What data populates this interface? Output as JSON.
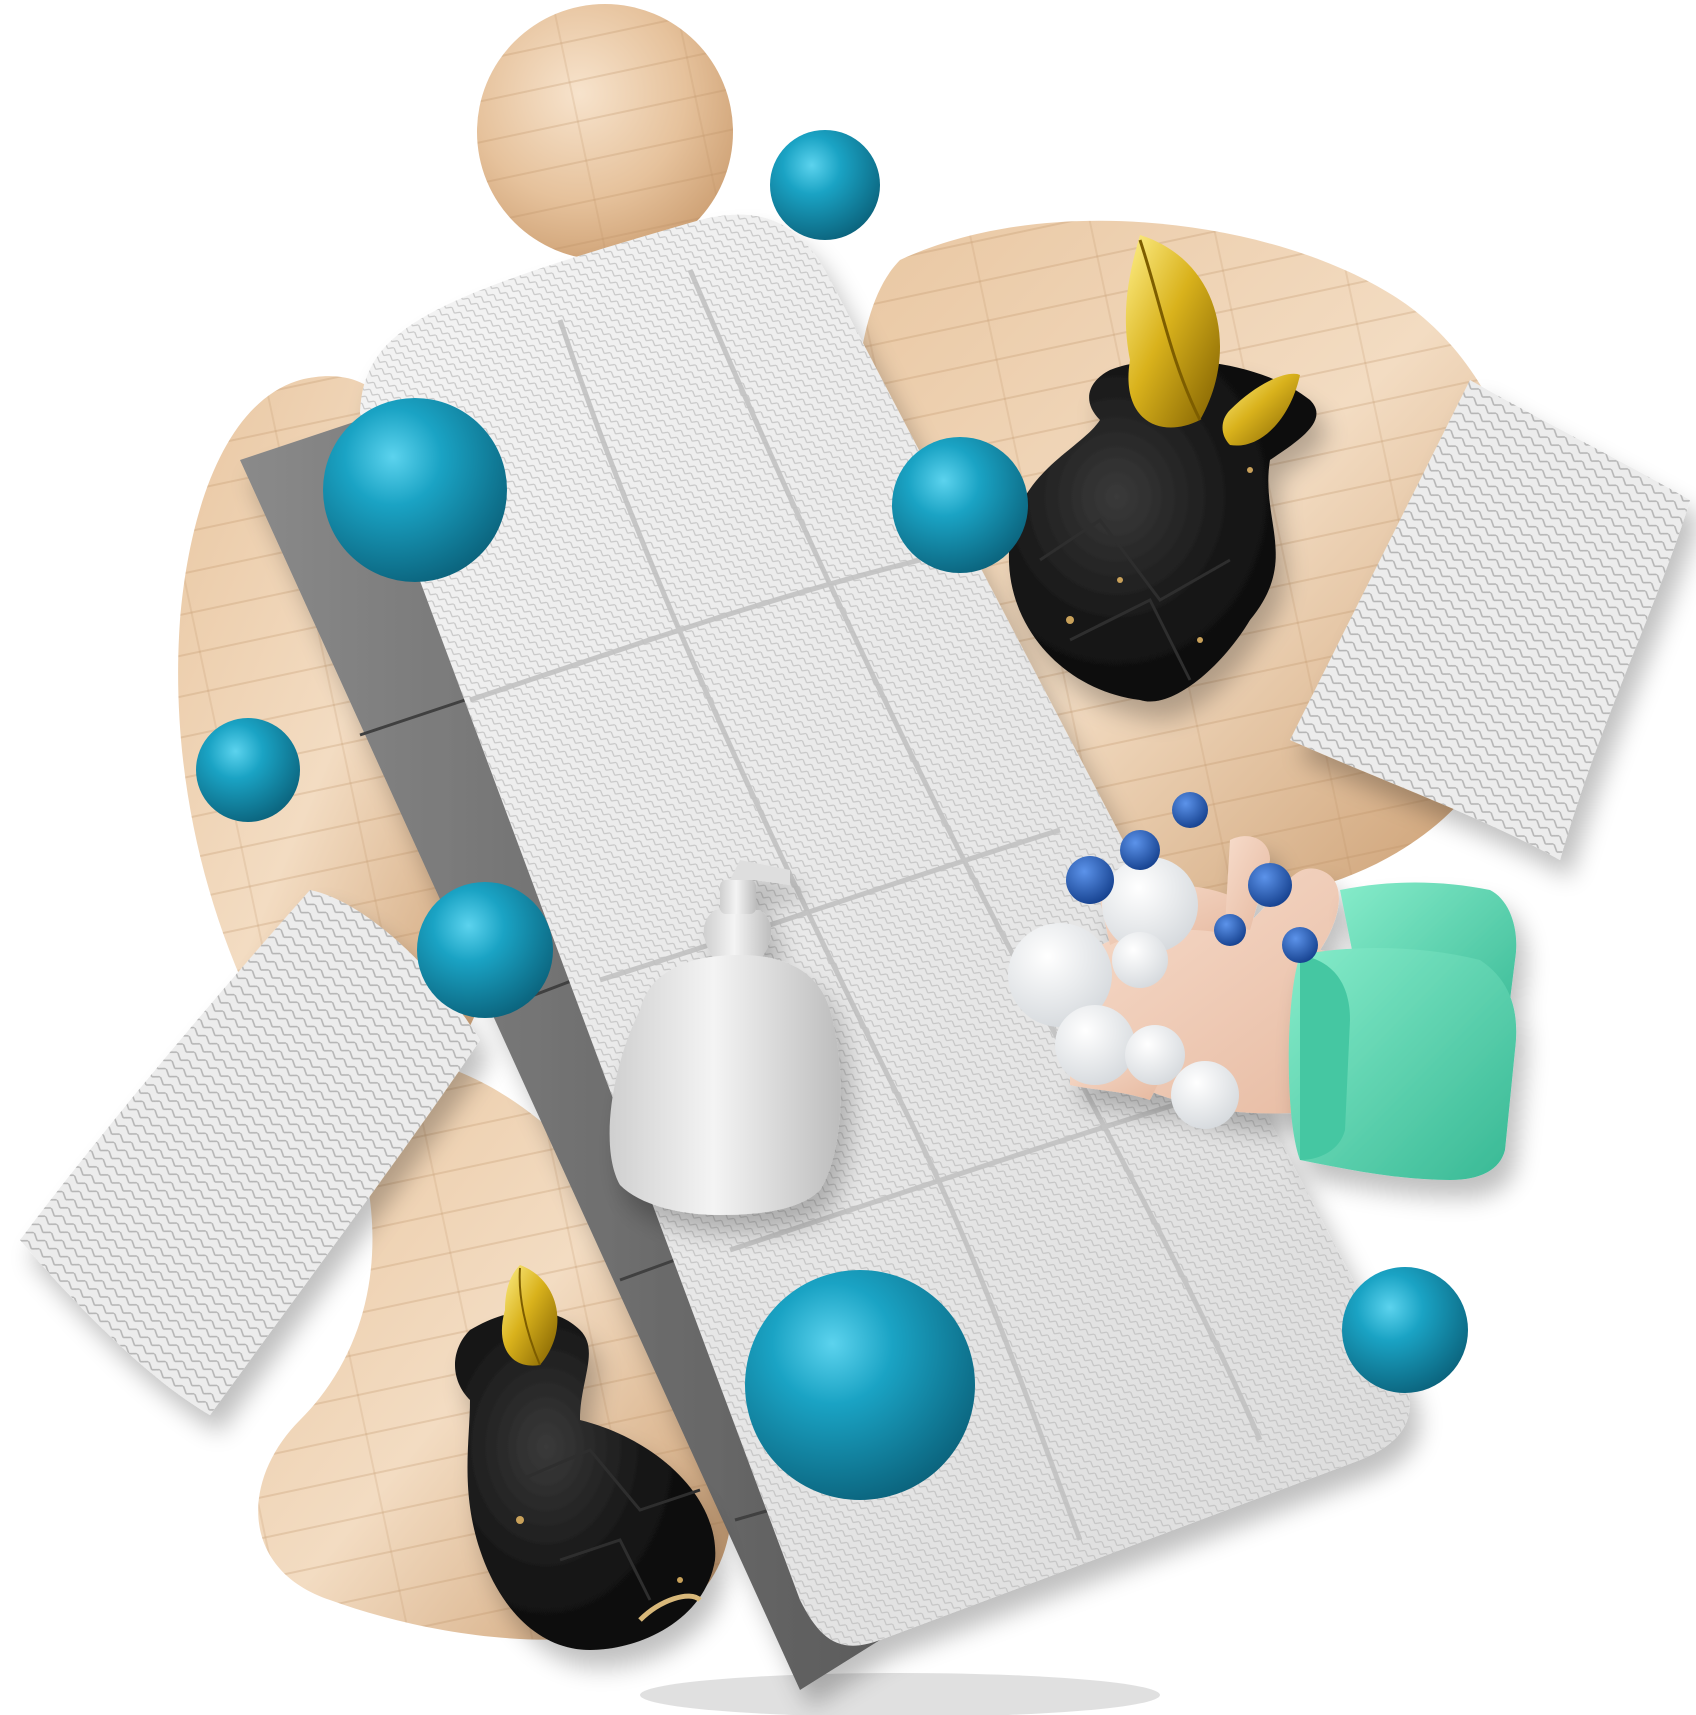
{
  "colors": {
    "background": "#ffffff",
    "wood_light": "#f2d7b8",
    "wood_mid": "#dcb48a",
    "wood_dark": "#b98a5e",
    "mattress_top": "#efefef",
    "mattress_shadow": "#c9c9c9",
    "mattress_side": "#6f6f6f",
    "mattress_side_dark": "#555555",
    "pillow": "#e9e9e9",
    "sphere_teal": "#1a9fbf",
    "sphere_teal_dark": "#0b6f8a",
    "bubble_white": "#ffffff",
    "bubble_blue": "#1f5fbf",
    "vase_black": "#141414",
    "vase_gold_fleck": "#c9a15a",
    "leaf_gold": "#d8b21f",
    "leaf_gold_dark": "#8a6a00",
    "soap_bottle": "#e6e6e6",
    "hand_skin": "#f1d1bd",
    "sleeve_mint": "#5fd8b3",
    "sleeve_mint_dark": "#2fae8d"
  },
  "objects": [
    "wood-blob",
    "mattress",
    "pillow",
    "teal-sphere",
    "black-vase",
    "gold-leaf",
    "soap-dispenser",
    "washing-hand",
    "soap-bubble"
  ]
}
